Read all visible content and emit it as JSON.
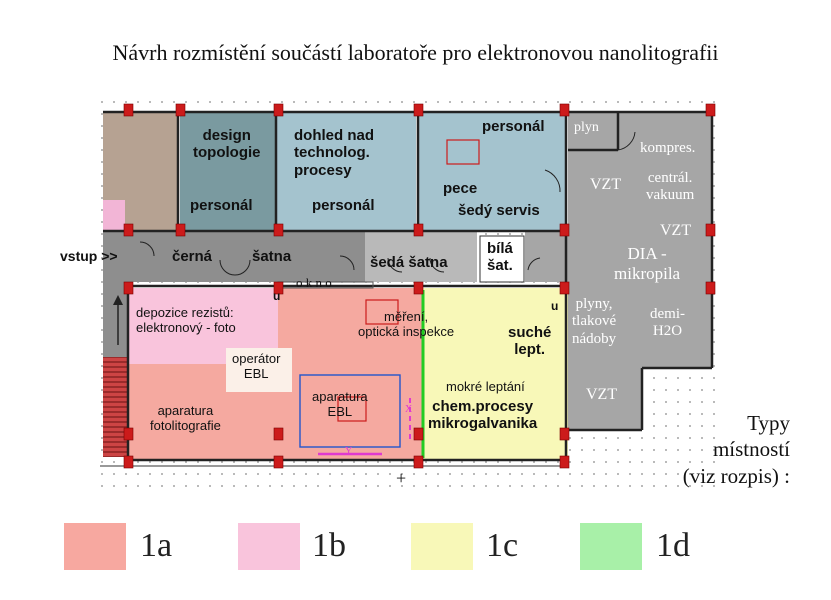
{
  "title": "Návrh rozmístění součástí laboratoře pro elektronovou nanolitografii",
  "rooms": {
    "design": "design\ntopologie",
    "design_personal": "personál",
    "dohled": "dohled nad\ntechnolog.\nprocesy",
    "dohled_personal": "personál",
    "personal_top": "personál",
    "pece": "pece",
    "sedy_servis": "šedý servis",
    "plyn": "plyn",
    "kompres": "kompres.",
    "central_vakuum": "centrál.\nvakuum",
    "vzt_1": "VZT",
    "vzt_2": "VZT",
    "vzt_3": "VZT",
    "dia": "DIA -\nmikropila",
    "vstup": "vstup >>",
    "cerna": "černá",
    "satna": "šatna",
    "seda_satna": "šedá šatna",
    "bila_sat": "bílá\nšat.",
    "okno": "o  k  n  o",
    "depozice": "depozice rezistů:\nelektronový - foto",
    "mereni": "měření,\noptická inspekce",
    "suche_lept": "suché\nlept.",
    "plyny": "plyny,\ntlakové\nnádoby",
    "demi": "demi-\nH2O",
    "operator": "operátor\nEBL",
    "aparatura_foto": "aparatura\nfotolitografie",
    "aparatura_ebl": "aparatura\nEBL",
    "mokre": "mokré leptání",
    "chem": "chem.procesy\nmikrogalvanika",
    "u1": "u",
    "u2": "u",
    "x_axis": "X",
    "y_axis": "Y",
    "plus": "+"
  },
  "types": {
    "heading": [
      "Typy",
      "místností",
      "(viz rozpis) :"
    ]
  },
  "legend": [
    {
      "label": "1a",
      "color": "#f7a8a0"
    },
    {
      "label": "1b",
      "color": "#f9c4dc"
    },
    {
      "label": "1c",
      "color": "#f8f8b8"
    },
    {
      "label": "1d",
      "color": "#a8f0a8"
    }
  ],
  "colors": {
    "teal": "#7a9aa0",
    "blue_room": "#a4c3ce",
    "gray": "#8e8e8e",
    "light_gray": "#b9b9b9",
    "brown": "#b6a292",
    "red_1a": "#f5a9a0",
    "pink_1b": "#f9c4dc",
    "yellow_1c": "#f8f8b8",
    "green_1d": "#22cc22",
    "column": "#cc1b1b"
  }
}
